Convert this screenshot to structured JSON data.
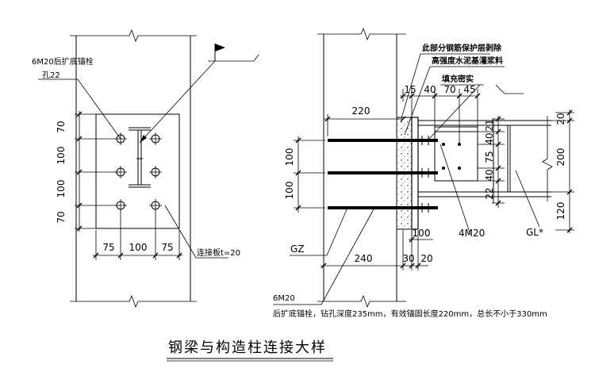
{
  "left_view": {
    "bolt_label": "6M20后扩底锚栓",
    "hole_label": "孔22",
    "plate_label": "连接板t=20",
    "vertical_dims": [
      "70",
      "100",
      "100",
      "70"
    ],
    "horizontal_dims": [
      "75",
      "100",
      "75"
    ]
  },
  "right_view": {
    "note_1": "此部分钢筋保护层剥除",
    "note_2": "高强度水泥基灌浆料",
    "note_3": "填充密实",
    "top_dims": [
      "15",
      "40",
      "70",
      "45"
    ],
    "dim_220": "220",
    "left_dims": [
      "100",
      "100"
    ],
    "dim_240": "240",
    "dim_30": "30",
    "dim_20b": "20",
    "dim_100_plate": "100",
    "bolt_group_label": "4M20",
    "gz_label": "GZ",
    "gl_label": "GL*",
    "right_dims_a": [
      "21",
      "40",
      "75",
      "40",
      "22"
    ],
    "right_dims_b": [
      "20",
      "200",
      "120"
    ],
    "bottom_label": "6M20",
    "bottom_note": "后扩底锚栓，钻孔深度235mm，有效锚固长度220mm，总长不小于330mm"
  },
  "title": "钢梁与构造柱连接大样"
}
